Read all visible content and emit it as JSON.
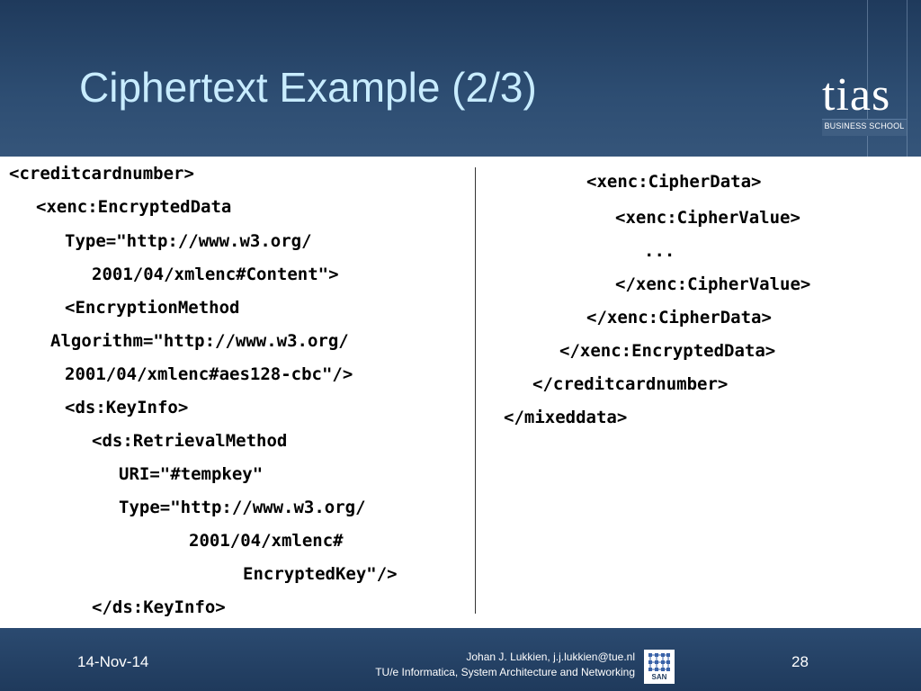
{
  "slide": {
    "title": "Ciphertext Example (2/3)"
  },
  "logo": {
    "name": "tias",
    "subtitle": "BUSINESS SCHOOL"
  },
  "left_code": [
    "<creditcardnumber>",
    "<xenc:EncryptedData",
    "Type=\"http://www.w3.org/",
    "2001/04/xmlenc#Content\">",
    "<EncryptionMethod",
    "Algorithm=\"http://www.w3.org/",
    "2001/04/xmlenc#aes128-cbc\"/>",
    "<ds:KeyInfo>",
    "<ds:RetrievalMethod",
    "URI=\"#tempkey\"",
    "Type=\"http://www.w3.org/",
    "2001/04/xmlenc#",
    "EncryptedKey\"/>",
    "</ds:KeyInfo>"
  ],
  "right_code": [
    "<xenc:CipherData>",
    "<xenc:CipherValue>",
    "...",
    "</xenc:CipherValue>",
    "</xenc:CipherData>",
    "</xenc:EncryptedData>",
    "</creditcardnumber>",
    "</mixeddata>"
  ],
  "footer": {
    "date": "14-Nov-14",
    "author_line1": "Johan J. Lukkien, j.j.lukkien@tue.nl",
    "author_line2": "TU/e Informatica, System Architecture and Networking",
    "san_label": "SAN",
    "page_number": "28"
  },
  "colors": {
    "header_bg": "#2d4d72",
    "title_color": "#c8ecff",
    "footer_bg": "#1f3a5c"
  }
}
